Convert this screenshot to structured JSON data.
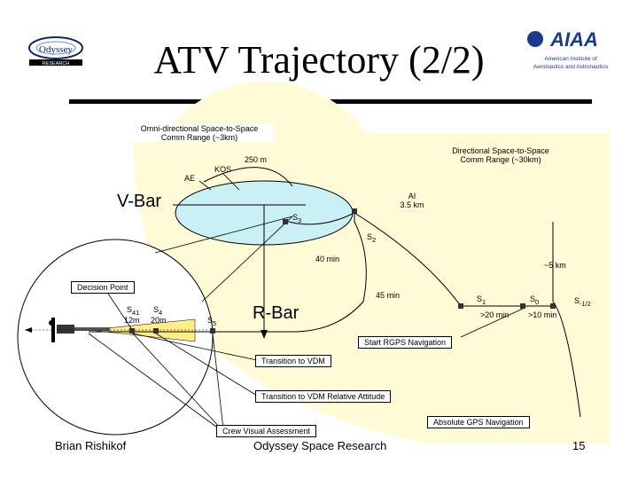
{
  "title": "ATV Trajectory (2/2)",
  "logos": {
    "left": {
      "text": "Odyssey",
      "subtext": "RESEARCH"
    },
    "right": {
      "text": "AIAA",
      "subtext_line1": "American Institute of",
      "subtext_line2": "Aeronautics and Astronautics"
    }
  },
  "diagram": {
    "omni_range": {
      "line1": "Omni-directional Space-to-Space",
      "line2": "Comm Range (~3km)"
    },
    "directional_range": {
      "line1": "Directional Space-to-Space",
      "line2": "Comm Range (~30km)"
    },
    "distance_250m": "250 m",
    "kos": "KOS",
    "ae": "AE",
    "vbar": "V-Bar",
    "rbar": "R-Bar",
    "ai_line1": "AI",
    "ai_line2": "3.5 km",
    "s3": {
      "base": "S",
      "sub": "3"
    },
    "s2": {
      "base": "S",
      "sub": "2"
    },
    "s1": {
      "base": "S",
      "sub": "1"
    },
    "s0": {
      "base": "S",
      "sub": "0"
    },
    "s_minus_half": {
      "base": "S",
      "sub": "-1/2"
    },
    "s41": {
      "base": "S",
      "sub": "41"
    },
    "s4": {
      "base": "S",
      "sub": "4"
    },
    "s5": {
      "base": "S",
      "sub": "5"
    },
    "dist_12m": "12m",
    "dist_20m": "20m",
    "time_40min": "40 min",
    "time_45min": "45 min",
    "dist_5km": "~5 km",
    "time_gt20": ">20 min",
    "time_gt10": ">10 min",
    "decision_point": "Decision Point",
    "start_rgps": "Start RGPS Navigation",
    "transition_vdm": "Transition to VDM",
    "transition_vdm_att": "Transition to VDM Relative Attitude",
    "crew_visual": "Crew Visual Assessment",
    "absolute_gps": "Absolute GPS Navigation"
  },
  "footer": {
    "author": "Brian Rishikof",
    "org": "Odyssey Space Research",
    "page": "15"
  },
  "colors": {
    "outer_zone": "#fffbd6",
    "inner_zone": "#c9f0f5",
    "approach_cone": "#ffee88"
  }
}
